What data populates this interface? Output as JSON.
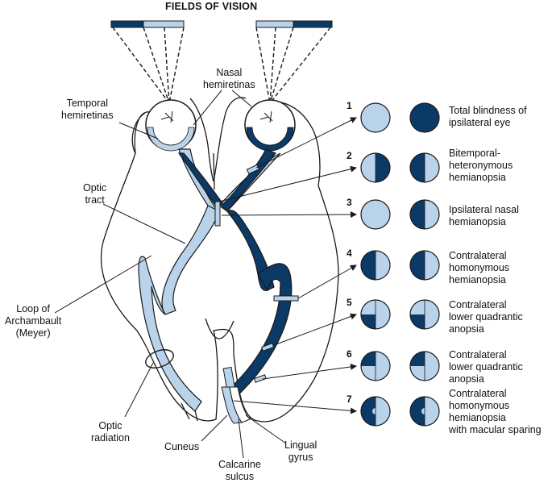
{
  "title": "FIELDS OF VISION",
  "labels": {
    "nasal_hemiretinas": "Nasal\nhemiretinas",
    "temporal_hemiretinas": "Temporal\nhemiretinas",
    "optic_tract": "Optic\ntract",
    "loop_of_archambault": "Loop of\nArchambault\n(Meyer)",
    "optic_radiation": "Optic\nradiation",
    "cuneus": "Cuneus",
    "calcarine_sulcus": "Calcarine\nsulcus",
    "lingual_gyrus": "Lingual\ngyrus"
  },
  "colors": {
    "dark": "#0b3a66",
    "light": "#b9d3ea",
    "outline": "#1a1a1a"
  },
  "lesions": [
    {
      "number": "1",
      "description": "Total blindness of\nipsilateral eye",
      "left_eye": "clear",
      "right_eye": "full-dark"
    },
    {
      "number": "2",
      "description": "Bitemporal-\nheteronymous\nhemianopsia",
      "left_eye": "right-half-dark",
      "right_eye": "left-half-dark"
    },
    {
      "number": "3",
      "description": "Ipsilateral nasal\nhemianopsia",
      "left_eye": "clear",
      "right_eye": "left-half-dark"
    },
    {
      "number": "4",
      "description": "Contralateral\nhomonymous\nhemianopsia",
      "left_eye": "left-half-dark",
      "right_eye": "left-half-dark"
    },
    {
      "number": "5",
      "description": "Contralateral\nlower quadrantic\nanopsia",
      "left_eye": "lower-left-quadrant-dark",
      "right_eye": "lower-left-quadrant-dark"
    },
    {
      "number": "6",
      "description": "Contralateral\nlower quadrantic\nanopsia",
      "left_eye": "upper-left-quadrant-dark",
      "right_eye": "upper-left-quadrant-dark"
    },
    {
      "number": "7",
      "description": "Contralateral\nhomonymous\nhemianopsia\nwith macular sparing",
      "left_eye": "left-half-dark-macular-sparing",
      "right_eye": "left-half-dark-macular-sparing"
    }
  ]
}
